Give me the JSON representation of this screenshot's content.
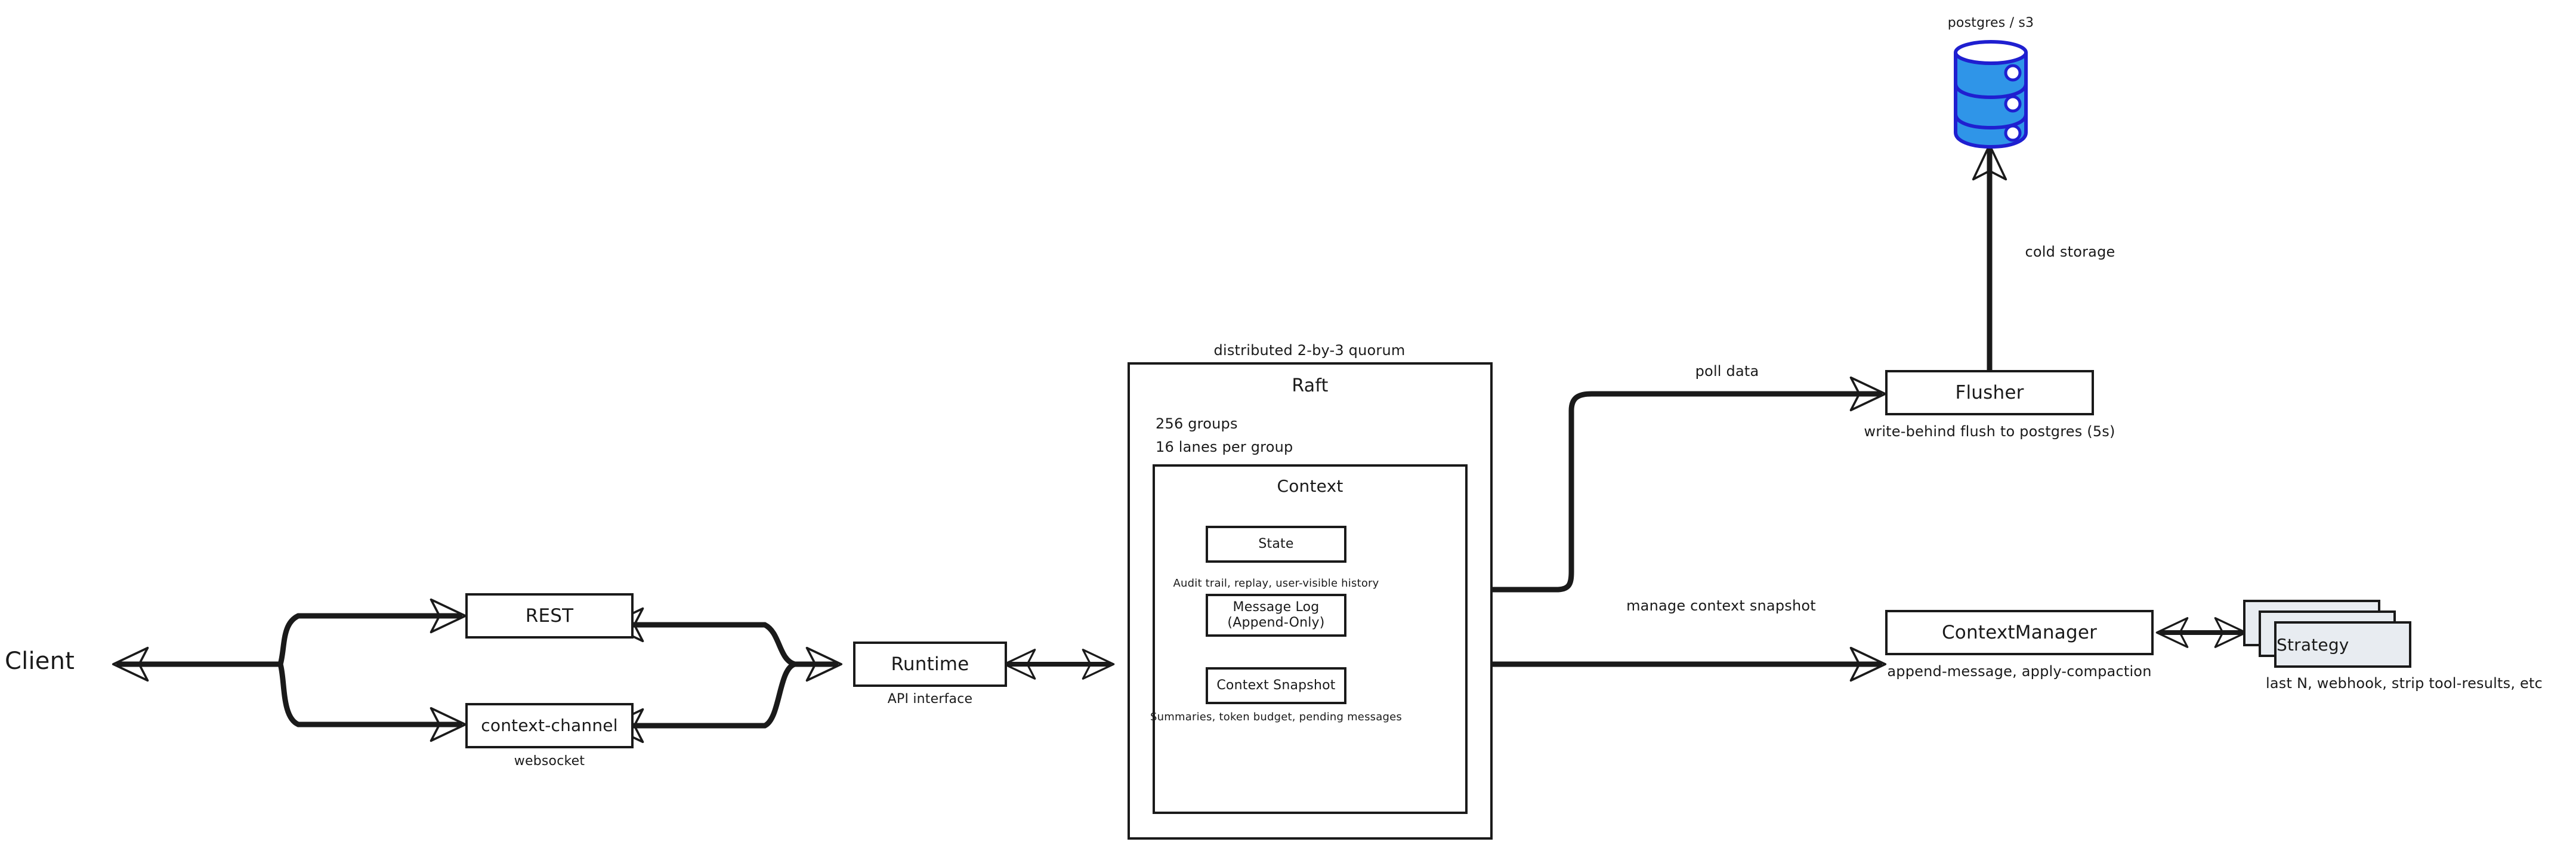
{
  "diagram": {
    "title": "Distributed context-management architecture",
    "background": "#ffffff",
    "ink": "#1a1a1a",
    "accent_blue_fill": "#2f95e8",
    "accent_blue_stroke": "#1f1fd0",
    "card_fill": "#e8ecf1"
  },
  "nodes": {
    "client": {
      "label": "Client"
    },
    "rest": {
      "label": "REST"
    },
    "context_channel": {
      "label": "context-channel",
      "caption": "websocket"
    },
    "runtime": {
      "label": "Runtime",
      "caption": "API interface"
    },
    "raft": {
      "label": "Raft",
      "caption_above": "distributed 2-by-3 quorum",
      "stats_line_1": "256 groups",
      "stats_line_2": "16 lanes per group"
    },
    "context": {
      "label": "Context"
    },
    "state": {
      "label": "State"
    },
    "message_log": {
      "label": "Message Log\n(Append-Only)",
      "caption_above": "Audit trail, replay, user-visible history"
    },
    "context_snapshot": {
      "label": "Context Snapshot",
      "caption_below": "Summaries, token budget, pending messages"
    },
    "flusher": {
      "label": "Flusher",
      "caption": "write-behind flush to postgres (5s)"
    },
    "context_manager": {
      "label": "ContextManager",
      "caption": "append-message, apply-compaction"
    },
    "strategy": {
      "label": "Strategy",
      "caption": "last N, webhook, strip tool-results, etc"
    },
    "database": {
      "label": "postgres / s3",
      "icon": "database-cylinder-icon"
    }
  },
  "edges": [
    {
      "id": "client-to-rest",
      "label": ""
    },
    {
      "id": "client-to-context-channel",
      "label": ""
    },
    {
      "id": "rest-to-runtime",
      "label": ""
    },
    {
      "id": "context-channel-to-runtime",
      "label": ""
    },
    {
      "id": "runtime-to-raft",
      "label": ""
    },
    {
      "id": "raft-to-flusher",
      "label": "poll data"
    },
    {
      "id": "flusher-to-database",
      "label": "cold storage"
    },
    {
      "id": "context-to-context-manager",
      "label": "manage context snapshot"
    },
    {
      "id": "context-manager-to-strategy",
      "label": ""
    }
  ]
}
